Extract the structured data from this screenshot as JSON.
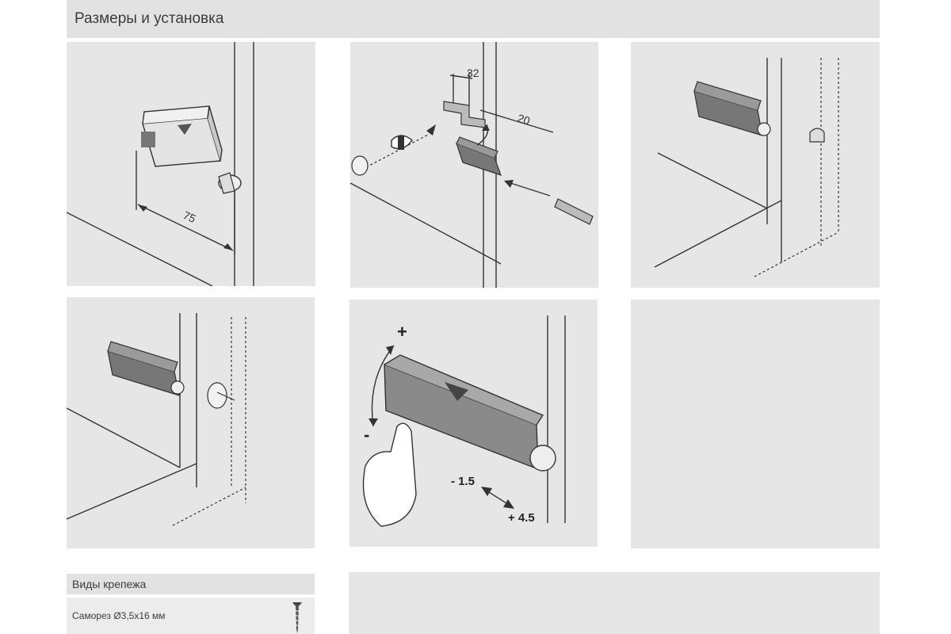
{
  "header": {
    "title": "Размеры и установка"
  },
  "panels": {
    "p1": {
      "dimension": "75"
    },
    "p2": {
      "dim_top": "32",
      "dim_side": "20"
    },
    "p5": {
      "plus": "+",
      "minus": "-",
      "range_min": "- 1.5",
      "range_max": "+ 4.5"
    }
  },
  "fasteners": {
    "title": "Виды крепежа",
    "items": [
      {
        "label": "Саморез Ø3,5x16 мм",
        "icon": "screw-icon"
      }
    ]
  }
}
